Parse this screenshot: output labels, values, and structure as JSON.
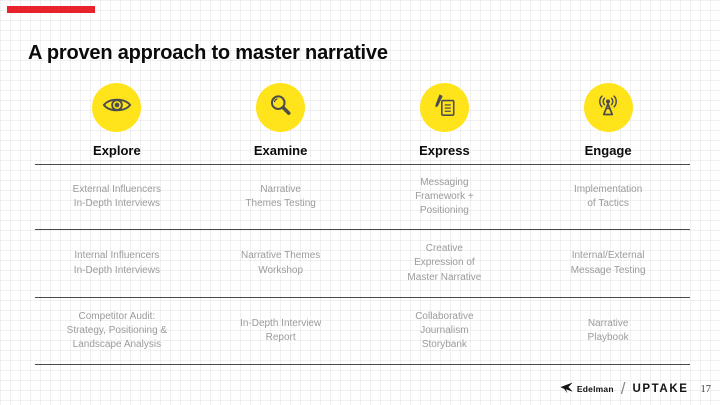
{
  "slide": {
    "title": "A proven approach to master narrative"
  },
  "phases": [
    {
      "label": "Explore",
      "icon": "eye-icon"
    },
    {
      "label": "Examine",
      "icon": "magnifier-icon"
    },
    {
      "label": "Express",
      "icon": "pencil-note-icon"
    },
    {
      "label": "Engage",
      "icon": "broadcast-tower-icon"
    }
  ],
  "matrix": {
    "rows": [
      {
        "cells": [
          "External Influencers\nIn-Depth Interviews",
          "Narrative\nThemes Testing",
          "Messaging\nFramework +\nPositioning",
          "Implementation\nof Tactics"
        ]
      },
      {
        "cells": [
          "Internal Influencers\nIn-Depth Interviews",
          "Narrative Themes\nWorkshop",
          "Creative\nExpression of\nMaster Narrative",
          "Internal/External\nMessage Testing"
        ]
      },
      {
        "cells": [
          "Competitor Audit:\nStrategy, Positioning &\nLandscape Analysis",
          "In-Depth Interview\nReport",
          "Collaborative\nJournalism\nStorybank",
          "Narrative\nPlaybook"
        ]
      }
    ]
  },
  "footer": {
    "edelman_label": "Edelman",
    "separator": "/",
    "uptake_label": "UPTAKE",
    "page_number": "17"
  },
  "colors": {
    "accent_red": "#E8232B",
    "phase_yellow": "#FFE41C",
    "icon_gray": "#4d4d4d",
    "rule_gray": "#4a4a4a",
    "cell_text_gray": "#9b9b9b"
  }
}
